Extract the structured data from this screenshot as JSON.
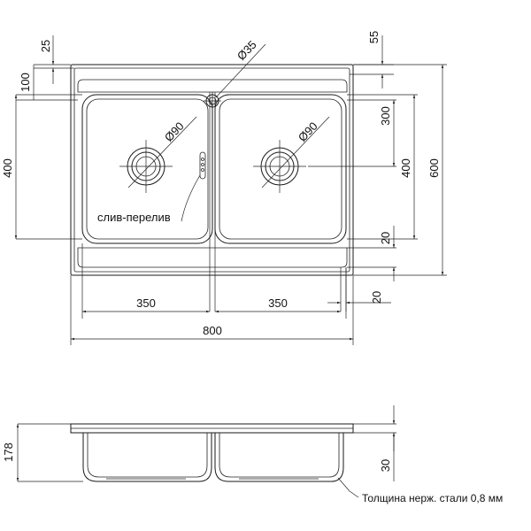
{
  "dims": {
    "d25": "25",
    "d55": "55",
    "d100": "100",
    "d35": "Ø35",
    "d300": "300",
    "d400_left": "400",
    "d400_right": "400",
    "d600": "600",
    "d90_left": "Ø90",
    "d90_right": "Ø90",
    "d20_a": "20",
    "d20_b": "20",
    "d350_left": "350",
    "d350_right": "350",
    "d800": "800",
    "d178": "178",
    "d30": "30"
  },
  "labels": {
    "overflow": "слив-перелив",
    "thickness": "Толщина нерж. стали 0,8 мм"
  }
}
